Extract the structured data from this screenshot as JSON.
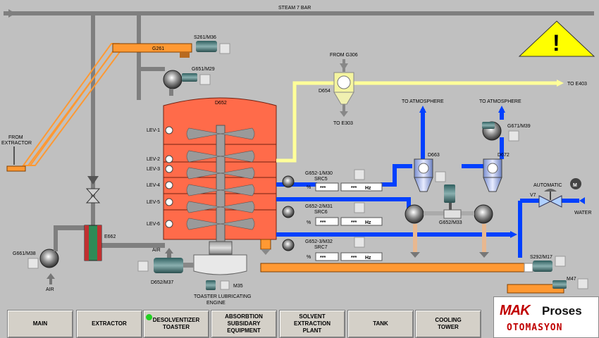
{
  "header": {
    "steam": "STEAM 7 BAR"
  },
  "equipment": {
    "g261": "G261",
    "s261": "S261/M36",
    "g651": "G651/M29",
    "d652": "D652",
    "g306": "FROM G306",
    "d654": "D654",
    "e303": "TO E303",
    "e403": "TO E403",
    "atm1": "TO ATMOSPHERE",
    "atm2": "TO ATMOSPHERE",
    "g671": "G671/M39",
    "d663": "D663",
    "d672": "D672",
    "g652m33": "G652/M33",
    "automatic": "AUTOMATIC",
    "m_icon": "M",
    "v7": "V7",
    "water": "WATER",
    "from_extractor_1": "FROM",
    "from_extractor_2": "EXTRACTOR",
    "e662": "E662",
    "g661": "G661/M38",
    "air1": "AIR",
    "air2": "AIR",
    "d652m37": "D652/M37",
    "m35": "M35",
    "toaster1": "TOASTER LUBRICATING",
    "toaster2": "ENGINE",
    "s292": "S292/M17",
    "m47": "M47"
  },
  "levels": [
    "LEV-1",
    "LEV-2",
    "LEV-3",
    "LEV-4",
    "LEV-5",
    "LEV-6"
  ],
  "drives": [
    {
      "name": "G652-1/M30",
      "src": "SRC5",
      "pct_unit": "%",
      "pct_value": "***",
      "hz_value": "***",
      "hz_unit": "Hz"
    },
    {
      "name": "G652-2/M31",
      "src": "SRC6",
      "pct_unit": "%",
      "pct_value": "***",
      "hz_value": "***",
      "hz_unit": "Hz"
    },
    {
      "name": "G652-3/M32",
      "src": "SRC7",
      "pct_unit": "%",
      "pct_value": "***",
      "hz_value": "***",
      "hz_unit": "Hz"
    }
  ],
  "nav": [
    {
      "label": "MAIN"
    },
    {
      "label": "EXTRACTOR"
    },
    {
      "label": "DESOLVENTIZER\nTOASTER"
    },
    {
      "label": "ABSORBTION\nSUBSIDARY\nEQUIPMENT"
    },
    {
      "label": "SOLVENT\nEXTRACTION\nPLANT"
    },
    {
      "label": "TANK"
    },
    {
      "label": "COOLING\nTOWER"
    }
  ],
  "logo": {
    "mak": "MAK",
    "proses": "Proses",
    "otomasyon": "OTOMASYON"
  },
  "colors": {
    "steam": "#7f7f7f",
    "vapor": "#ffff99",
    "water": "#0040ff",
    "conveyor": "#ff9933",
    "vessel": "#ff6b4a",
    "warning": "#ffff00"
  },
  "icons": {
    "warning": "warning-icon",
    "active": "active-indicator-icon"
  }
}
